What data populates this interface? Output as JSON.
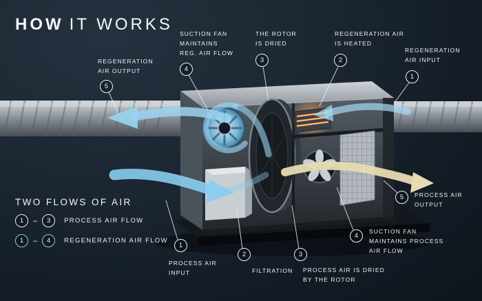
{
  "title": {
    "word1": "HOW",
    "word2": "IT WORKS"
  },
  "callouts": [
    {
      "num": "5",
      "label": "REGENERATION\nAIR OUTPUT"
    },
    {
      "num": "4",
      "label": "SUCTION FAN\nMAINTAINS\nREG. AIR FLOW"
    },
    {
      "num": "3",
      "label": "THE ROTOR\nIS DRIED"
    },
    {
      "num": "2",
      "label": "REGENERATION AIR\nIS HEATED"
    },
    {
      "num": "1",
      "label": "REGENERATION\nAIR INPUT"
    },
    {
      "num": "5",
      "label": "PROCESS AIR\nOUTPUT"
    },
    {
      "num": "4",
      "label": "SUCTION FAN\nMAINTAINS PROCESS\nAIR FLOW"
    },
    {
      "num": "3",
      "label": "PROCESS AIR IS DRIED\nBY THE ROTOR"
    },
    {
      "num": "2",
      "label": "FILTRATION"
    },
    {
      "num": "1",
      "label": "PROCESS AIR\nINPUT"
    }
  ],
  "legend": {
    "title": "TWO FLOWS OF AIR",
    "rows": [
      {
        "from": "1",
        "dash": "–",
        "to": "3",
        "label": "PROCESS AIR FLOW"
      },
      {
        "from": "1",
        "dash": "–",
        "to": "4",
        "label": "REGENERATION AIR FLOW"
      }
    ]
  },
  "colors": {
    "background": "#16212b",
    "accent_blue": "#8ed0ef",
    "process_output_tan": "#e8dab2",
    "heater_orange": "#ff8c2e",
    "text": "#eef3f6"
  }
}
